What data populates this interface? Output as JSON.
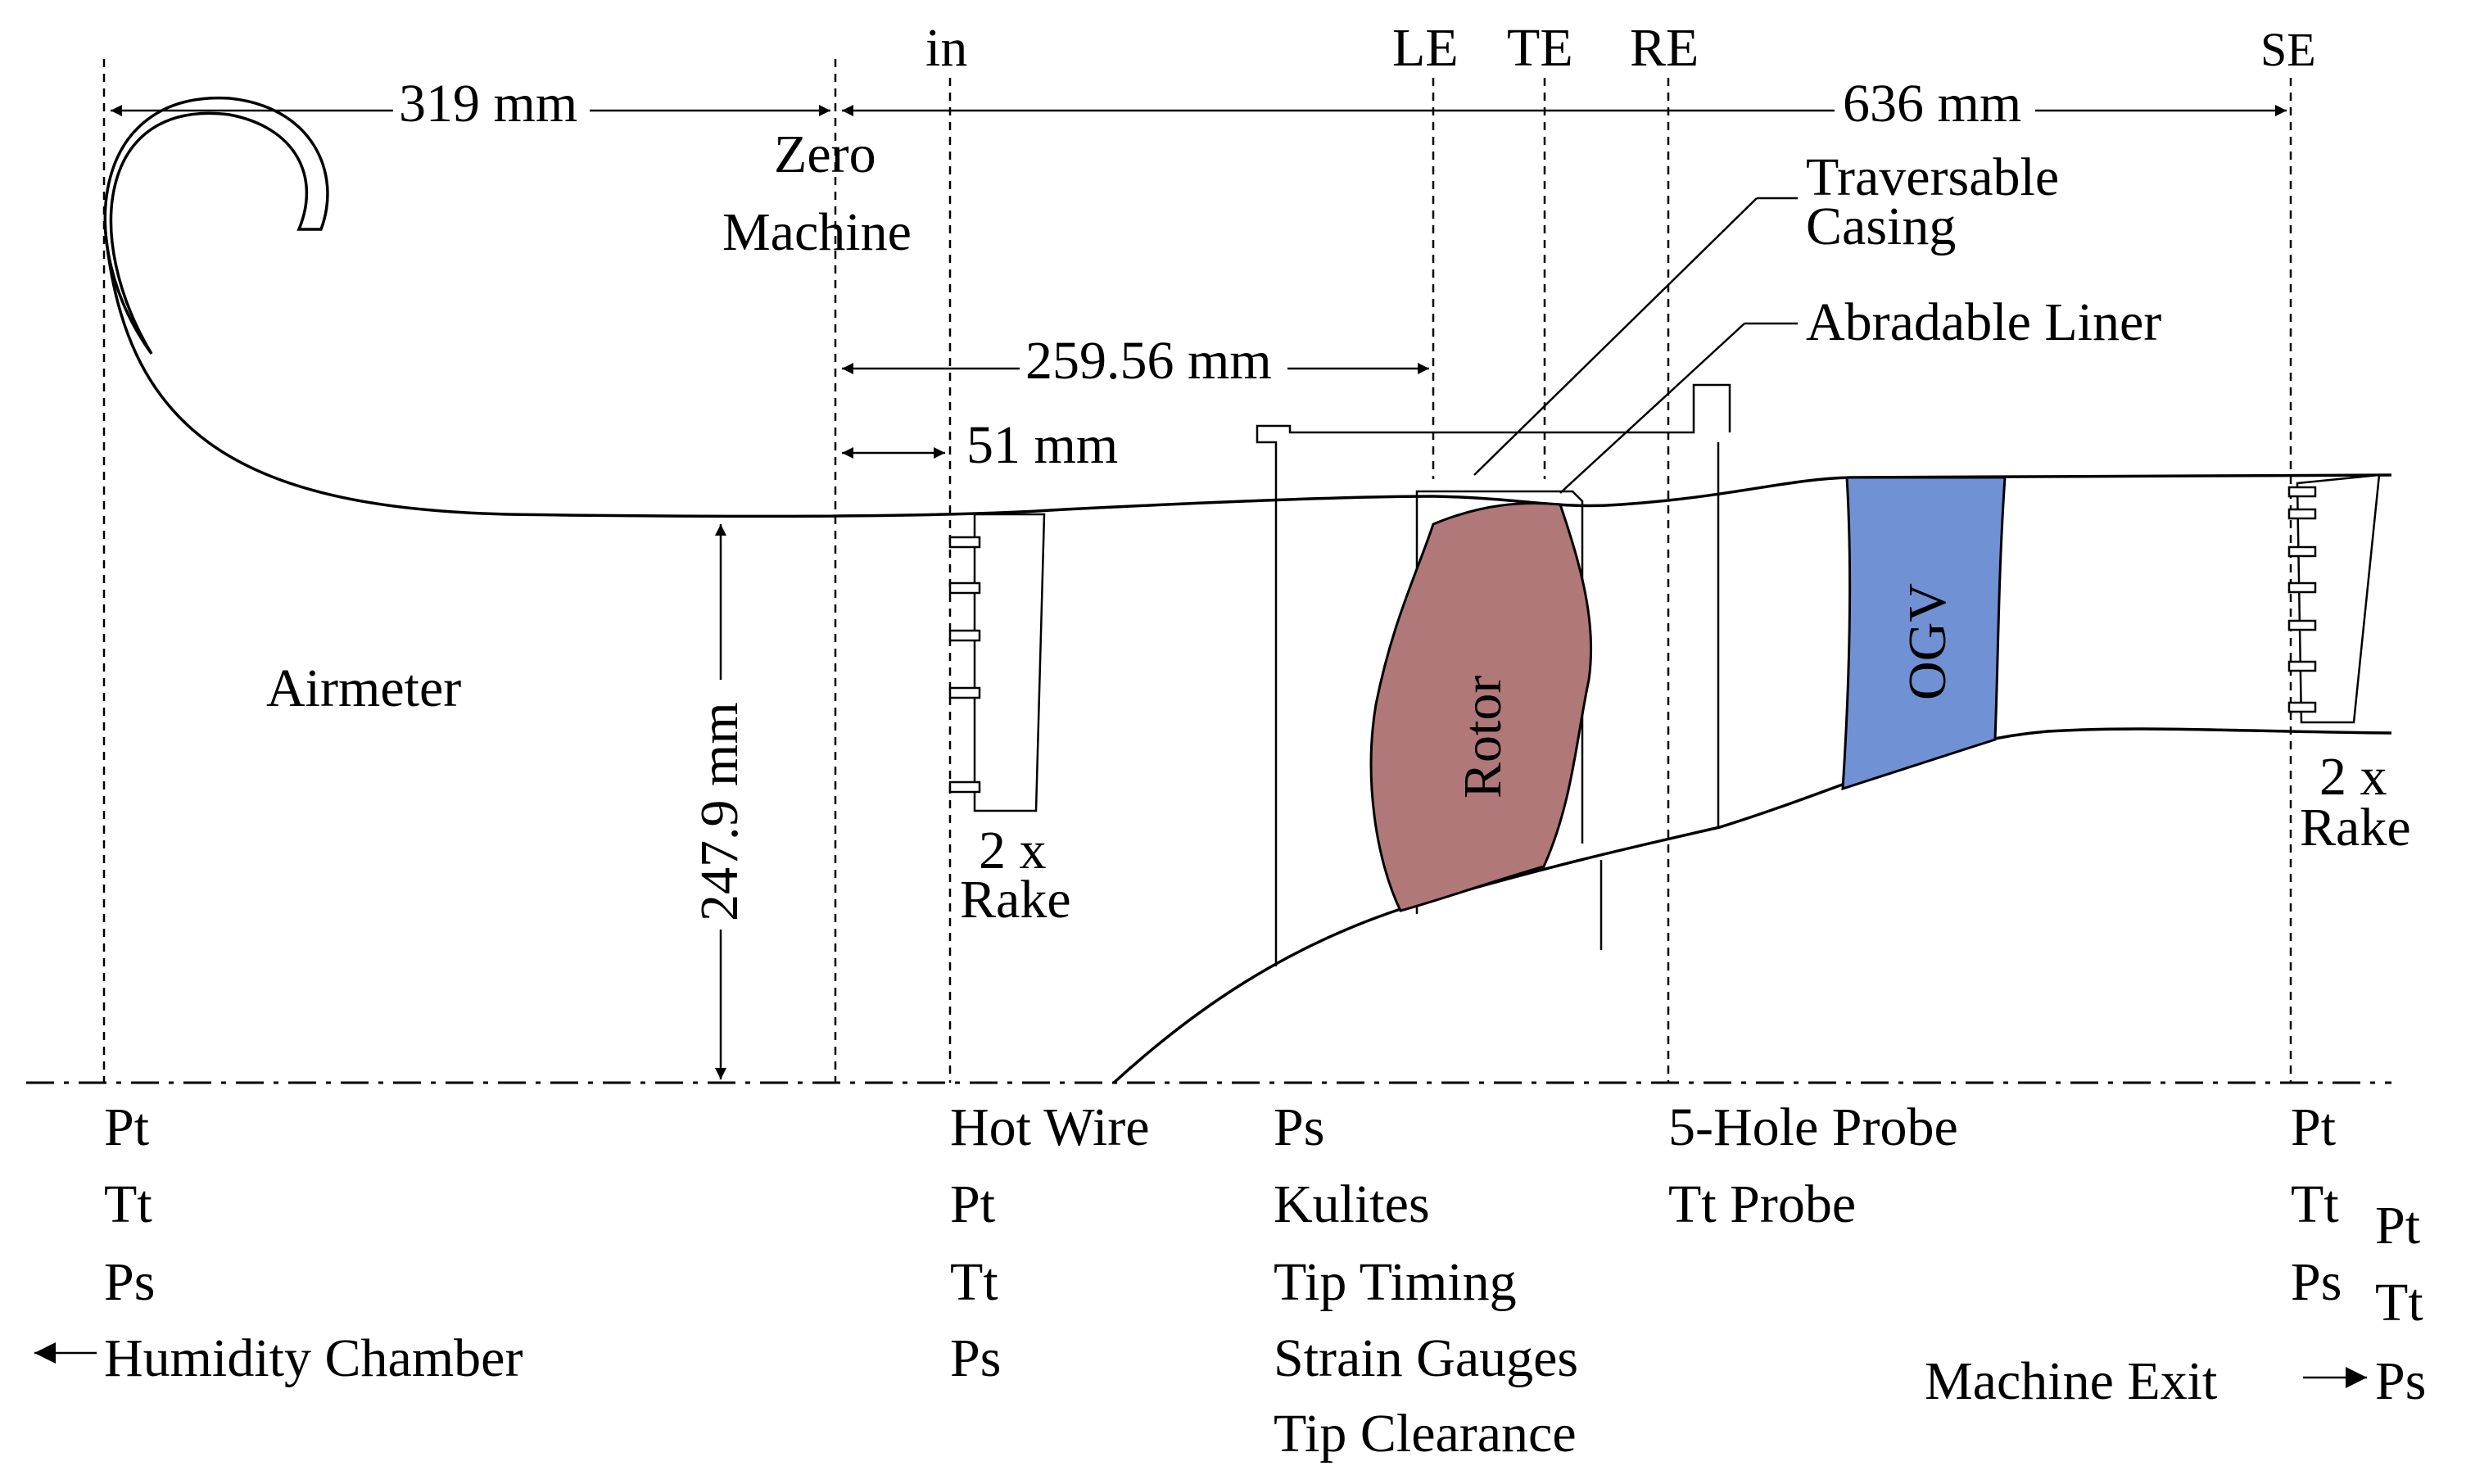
{
  "stations": {
    "in": "in",
    "le": "LE",
    "te": "TE",
    "re": "RE",
    "se": "SE"
  },
  "dimensions": {
    "d319": "319 mm",
    "d636": "636 mm",
    "d259": "259.56 mm",
    "d51": "51 mm",
    "d247": "247.9 mm"
  },
  "labels": {
    "zero": "Zero",
    "machine": "Machine",
    "airmeter": "Airmeter",
    "traversable": "Traversable",
    "casing": "Casing",
    "abradable": "Abradable Liner",
    "rotor": "Rotor",
    "ogv": "OGV",
    "rake_in_1": "2 x",
    "rake_in_2": "Rake",
    "rake_out_1": "2 x",
    "rake_out_2": "Rake"
  },
  "measurements": {
    "inlet": [
      "Pt",
      "Tt",
      "Ps"
    ],
    "humidity": "Humidity Chamber",
    "station_in": [
      "Hot Wire",
      "Pt",
      "Tt",
      "Ps"
    ],
    "rotor_station": [
      "Ps",
      "Kulites",
      "Tip Timing",
      "Strain Gauges",
      "Tip Clearance"
    ],
    "re_station": [
      "5-Hole Probe",
      "Tt Probe"
    ],
    "se_station": [
      "Pt",
      "Tt",
      "Ps"
    ],
    "exit_values": [
      "Pt",
      "Tt",
      "Ps"
    ],
    "exit": "Machine Exit"
  },
  "colors": {
    "rotor": "#b07878",
    "ogv": "#7091d4"
  }
}
